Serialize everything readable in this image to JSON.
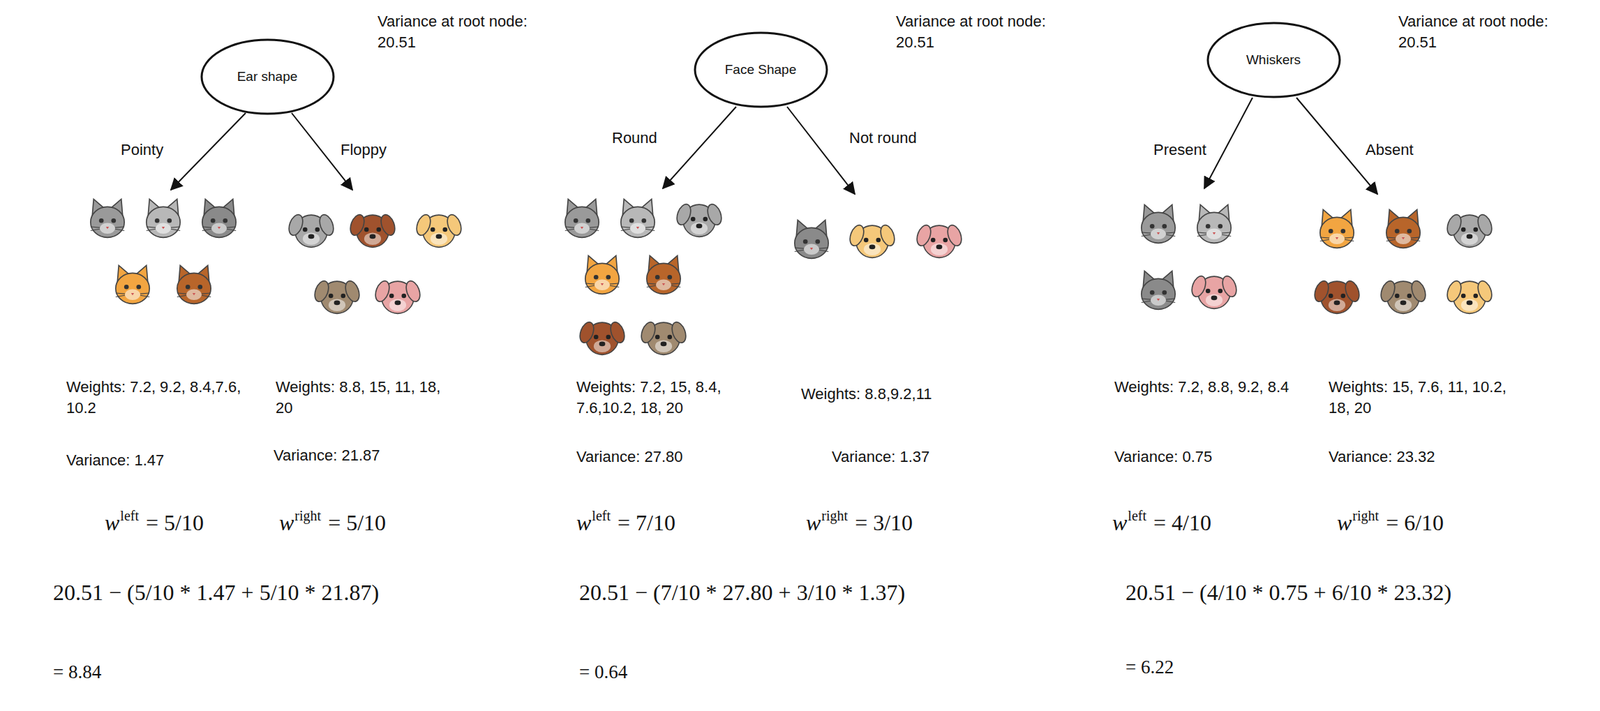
{
  "diagram": {
    "nodes": [
      {
        "text": [
          "Ear shape"
        ]
      },
      {
        "text": [
          "Face Shape"
        ]
      },
      {
        "text": [
          "Whiskers"
        ]
      }
    ],
    "labels": [
      "Variance at root node: 20.51",
      "Pointy",
      "Floppy",
      "Weights: 7.2, 9.2, 8.4,7.6, 10.2",
      "Weights: 8.8, 15, 11, 18, 20",
      "Variance: 1.47",
      "Variance: 21.87",
      "w",
      "left",
      "= 5/10",
      "w",
      "right",
      "= 5/10",
      "20.51 − (5/10 * 1.47 + 5/10 * 21.87)",
      "= 8.84",
      "Variance at root node: 20.51",
      "Round",
      "Not round",
      "Weights: 7.2, 15, 8.4, 7.6,10.2, 18, 20",
      "Weights: 8.8,9.2,11",
      "Variance: 27.80",
      "Variance: 1.37",
      "w",
      "left",
      "= 7/10",
      "w",
      "right",
      "= 3/10",
      "20.51 − (7/10 * 27.80 + 3/10 * 1.37)",
      "= 0.64",
      "Variance at root node: 20.51",
      "Present",
      "Absent",
      "Weights: 7.2, 8.8, 9.2, 8.4",
      "Weights: 15, 7.6, 11, 10.2, 18, 20",
      "Variance: 0.75",
      "Variance: 23.32",
      "w",
      "left",
      "= 4/10",
      "w",
      "right",
      "= 6/10",
      "20.51 − (4/10 * 0.75 + 6/10 * 23.32)",
      "= 6.22"
    ]
  }
}
